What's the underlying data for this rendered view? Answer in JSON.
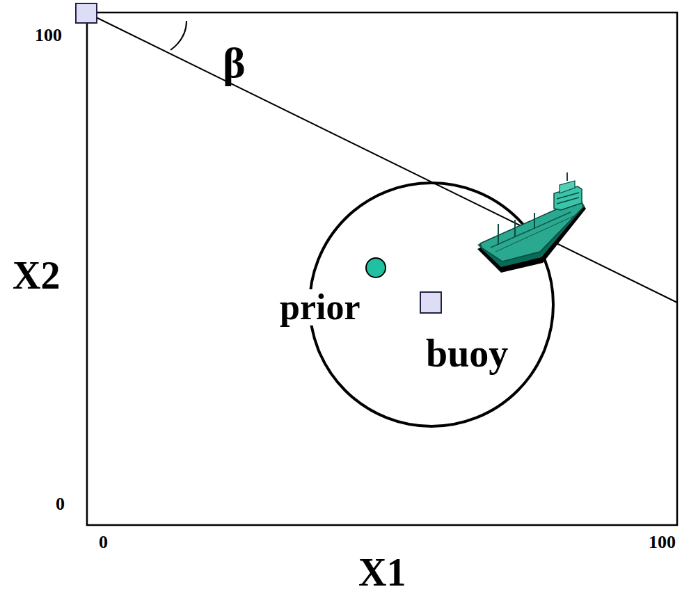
{
  "diagram": {
    "labels": [
      "100",
      "β",
      "X2",
      "prior",
      "buoy",
      "0",
      "0",
      "100",
      "X1"
    ]
  }
}
